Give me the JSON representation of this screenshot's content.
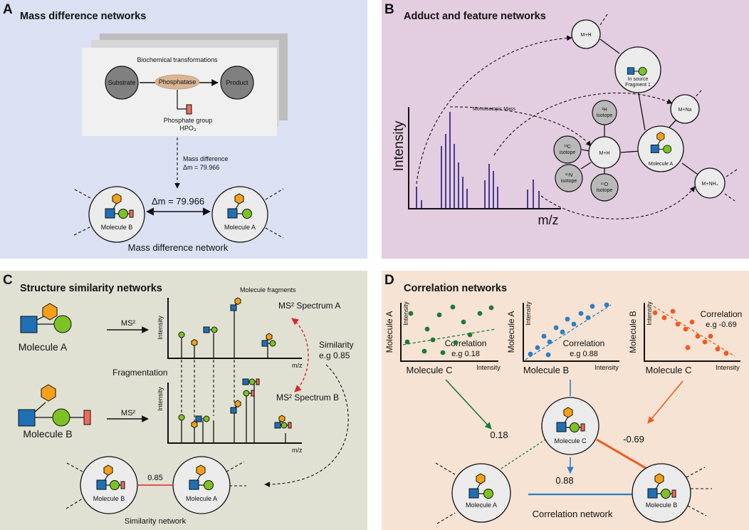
{
  "colors": {
    "panel_a_bg": "#dbe0f3",
    "panel_b_bg": "#e3cde0",
    "panel_c_bg": "#e0e1d3",
    "panel_d_bg": "#f6e3d3",
    "square_blue": "#1f6fb5",
    "circle_green": "#7cc225",
    "hexagon_orange": "#f5a016",
    "rect_red": "#ef6a5a",
    "spectrum_purple": "#4a3b8f",
    "corr_green": "#1d7a36",
    "corr_blue": "#2a7fc4",
    "corr_orange": "#ee5a22"
  },
  "panel_a": {
    "letter": "A",
    "title": "Mass difference networks",
    "card_title": "Biochemical transformations",
    "substrate": "Substrate",
    "enzyme": "Phosphatase",
    "product": "Product",
    "phosphate_label": "Phosphate group",
    "phosphate_formula": "HPO₃",
    "mass_diff_label": "Mass difference",
    "mass_diff_value": "Δm = 79.966",
    "edge_label": "Δm = 79.966",
    "node_left": "Molecule B",
    "node_right": "Molecule A",
    "caption": "Mass difference network"
  },
  "panel_b": {
    "letter": "B",
    "title": "Adduct and feature networks",
    "y_label": "Intensity",
    "x_label": "m/z",
    "mono_label": "Monoisotopic Mass",
    "node_mh_top": "M+H",
    "fragment_line1": "In source",
    "fragment_line2": "Fragment 1",
    "node_mna": "M+Na",
    "node_mnh4": "M+NH₄",
    "node_mh_center": "M+H",
    "molecule": "Molecule A",
    "iso_2h_1": "²H",
    "iso_2h_2": "isotope",
    "iso_13c_1": "¹³C",
    "iso_13c_2": "isotope",
    "iso_15n_1": "¹⁵N",
    "iso_15n_2": "isotope",
    "iso_17o_1": "¹⁷O",
    "iso_17o_2": "isotope"
  },
  "panel_c": {
    "letter": "C",
    "title": "Structure similarity networks",
    "molecule_a": "Molecule A",
    "molecule_b": "Molecule B",
    "ms2_top": "MS²",
    "ms2_bottom": "MS²",
    "fragmentation": "Fragmentation",
    "fragments_label": "Molecule fragments",
    "intensity_top": "Intensity",
    "intensity_bottom": "Intensity",
    "mz_top": "m/z",
    "mz_bottom": "m/z",
    "spectrum_a": "MS² Spectrum A",
    "spectrum_b": "MS² Spectrum B",
    "similarity_1": "Similarity",
    "similarity_2": "e.g 0.85",
    "edge_value": "0.85",
    "node_left": "Molecule B",
    "node_right": "Molecule A",
    "caption": "Similarity network"
  },
  "panel_d": {
    "letter": "D",
    "title": "Correlation networks",
    "plot1_y": "Molecule A",
    "plot1_yint": "Intensity",
    "plot1_x": "Molecule C",
    "plot1_xint": "Intensity",
    "plot1_corr1": "Correlation",
    "plot1_corr2": "e.g 0.18",
    "plot2_y": "Molecule A",
    "plot2_yint": "Intensity",
    "plot2_x": "Molecule B",
    "plot2_xint": "Intensity",
    "plot2_corr1": "Correlation",
    "plot2_corr2": "e.g 0.88",
    "plot3_y": "Molecule B",
    "plot3_yint": "Intensity",
    "plot3_x": "Molecule C",
    "plot3_xint": "Intensity",
    "plot3_corr1": "Correlation",
    "plot3_corr2": "e.g -0.69",
    "edge_left": "0.18",
    "edge_right": "-0.69",
    "edge_bottom": "0.88",
    "node_top": "Molecule C",
    "node_left": "Molecule A",
    "node_right": "Molecule B",
    "caption": "Correlation network"
  }
}
